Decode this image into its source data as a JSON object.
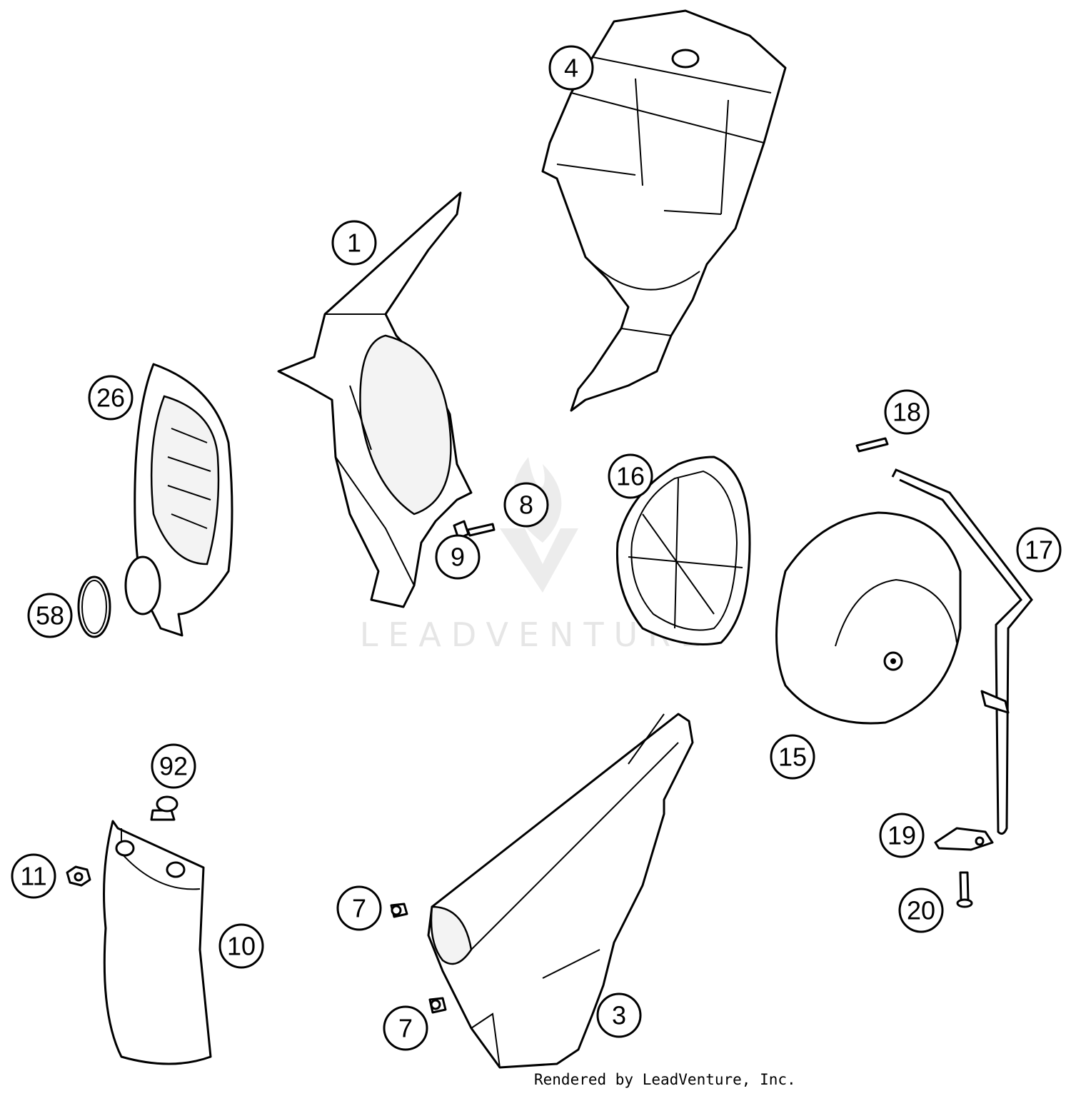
{
  "watermark": {
    "text": "LEADVENTURE"
  },
  "footer": {
    "text": "Rendered by LeadVenture, Inc."
  },
  "callouts": [
    {
      "id": "c1",
      "label": "1"
    },
    {
      "id": "c3",
      "label": "3"
    },
    {
      "id": "c4",
      "label": "4"
    },
    {
      "id": "c7a",
      "label": "7"
    },
    {
      "id": "c7b",
      "label": "7"
    },
    {
      "id": "c8",
      "label": "8"
    },
    {
      "id": "c9",
      "label": "9"
    },
    {
      "id": "c10",
      "label": "10"
    },
    {
      "id": "c11",
      "label": "11"
    },
    {
      "id": "c15",
      "label": "15"
    },
    {
      "id": "c16",
      "label": "16"
    },
    {
      "id": "c17",
      "label": "17"
    },
    {
      "id": "c18",
      "label": "18"
    },
    {
      "id": "c19",
      "label": "19"
    },
    {
      "id": "c20",
      "label": "20"
    },
    {
      "id": "c26",
      "label": "26"
    },
    {
      "id": "c58",
      "label": "58"
    },
    {
      "id": "c92",
      "label": "92"
    }
  ]
}
